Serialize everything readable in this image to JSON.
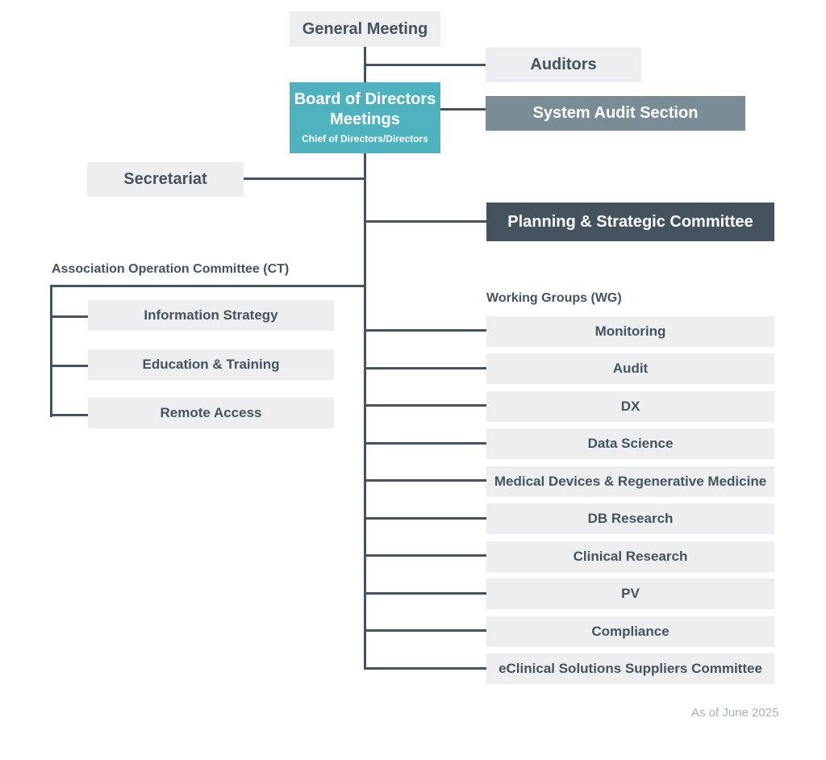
{
  "general_meeting": "General Meeting",
  "auditors": "Auditors",
  "board": {
    "title_line1": "Board of Directors",
    "title_line2": "Meetings",
    "subtitle": "Chief of Directors/Directors"
  },
  "system_audit": "System Audit Section",
  "secretariat": "Secretariat",
  "planning": "Planning & Strategic Committee",
  "ct": {
    "label": "Association Operation Committee (CT)",
    "items": [
      "Information Strategy",
      "Education & Training",
      "Remote Access"
    ]
  },
  "wg": {
    "label": "Working Groups (WG)",
    "items": [
      "Monitoring",
      "Audit",
      "DX",
      "Data Science",
      "Medical Devices & Regenerative Medicine",
      "DB Research",
      "Clinical Research",
      "PV",
      "Compliance",
      "eClinical Solutions Suppliers Committee"
    ]
  },
  "note": "As of June 2025",
  "colors": {
    "board": "#4fb3bf",
    "system_audit": "#7a8c96",
    "planning": "#45535e",
    "box": "#eceef0",
    "line": "#45535e"
  }
}
